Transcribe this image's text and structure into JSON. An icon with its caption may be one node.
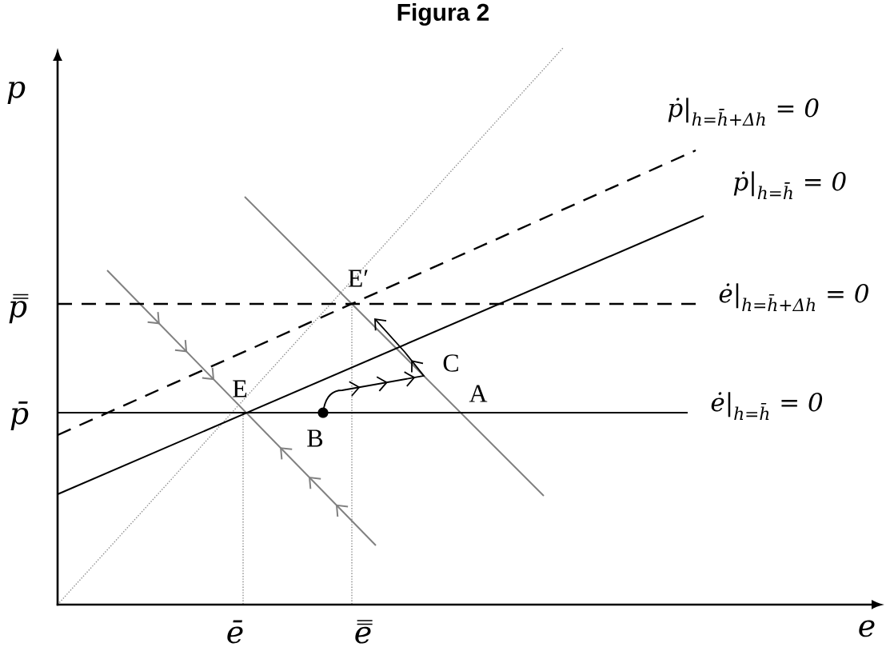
{
  "diagram": {
    "title": "Figura 2",
    "labels": [
      "p",
      "ṗ|$_{h=h̄+Δh}$ = 0",
      "ṗ|$_{h=h̄}$ = 0",
      "E′",
      "p̿",
      "ė|$_{h=h̄+Δh}$ = 0",
      "C",
      "E",
      "A",
      "p̄",
      "ė|$_{h=h̄}$ = 0",
      "B",
      "ē",
      "e̿",
      "e"
    ]
  }
}
